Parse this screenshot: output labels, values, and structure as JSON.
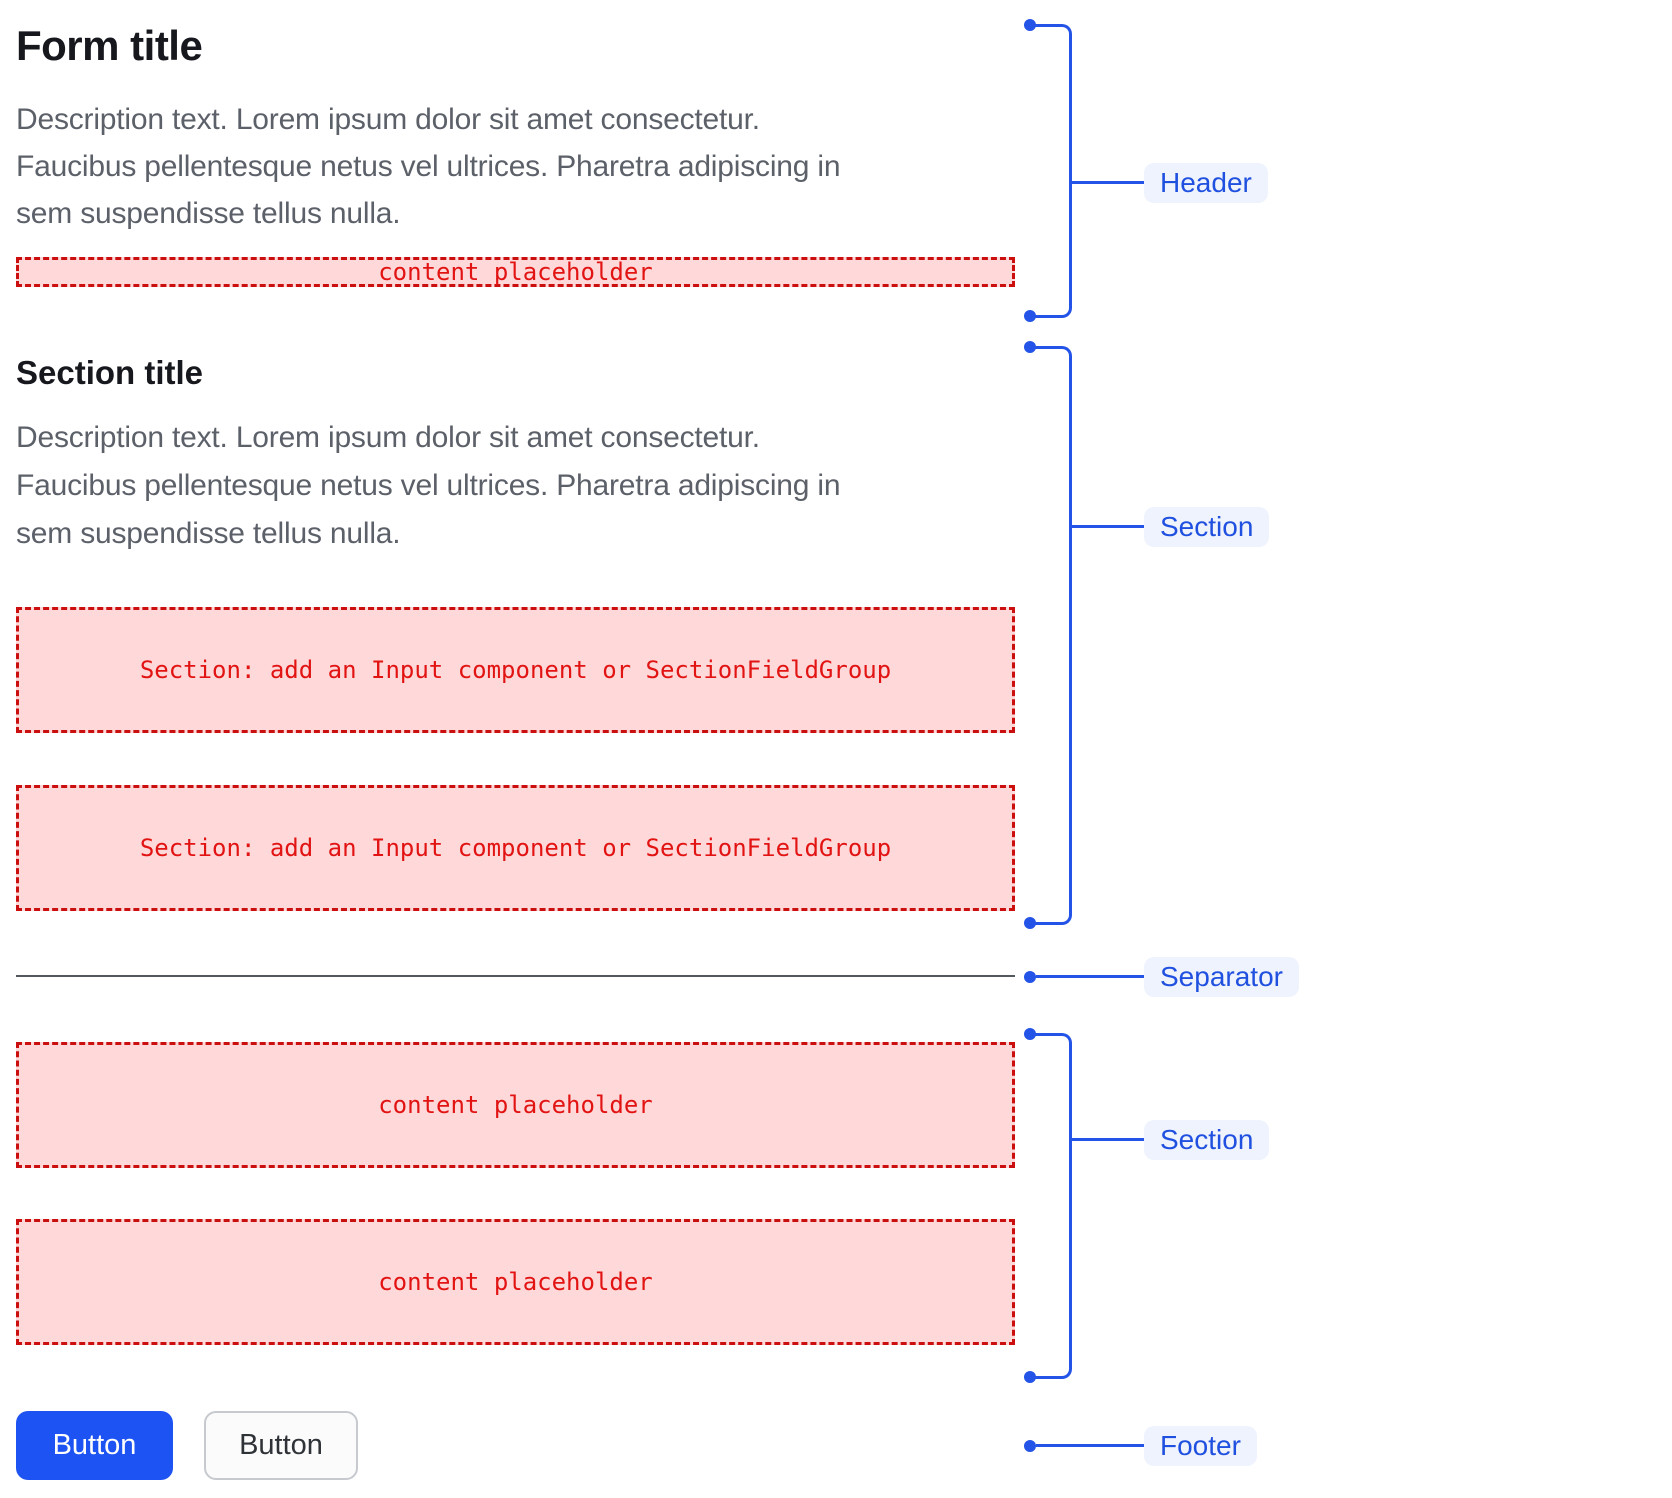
{
  "colors": {
    "annotation_blue": "#2453E8",
    "annotation_label_bg": "#EEF3FE",
    "annotation_label_text": "#2050DF",
    "placeholder_bg": "#FFD9D9",
    "placeholder_border": "#CB0E0E",
    "placeholder_text": "#E21313",
    "primary_button_bg": "#1D53F2",
    "secondary_button_bg": "#FBFBFB",
    "title_text": "#16181D",
    "description_text": "#5C6069",
    "separator": "#53575E"
  },
  "form": {
    "title": "Form title",
    "description_lines": [
      "Description text. Lorem ipsum dolor sit amet consectetur.",
      "Faucibus pellentesque netus vel ultrices. Pharetra adipiscing in",
      "sem suspendisse tellus nulla."
    ],
    "header_placeholder": "content placeholder",
    "section": {
      "title": "Section title",
      "description_lines": [
        "Description text. Lorem ipsum dolor sit amet consectetur.",
        "Faucibus pellentesque netus vel ultrices. Pharetra adipiscing in",
        "sem suspendisse tellus nulla."
      ],
      "placeholders": [
        "Section: add an Input component or SectionFieldGroup",
        "Section: add an Input component or SectionFieldGroup"
      ]
    },
    "content_placeholders": [
      "content placeholder",
      "content placeholder"
    ],
    "footer": {
      "primary_button": "Button",
      "secondary_button": "Button"
    }
  },
  "annotations": {
    "header_label": "Header",
    "section_top_label": "Section",
    "separator_label": "Separator",
    "section_bottom_label": "Section",
    "footer_label": "Footer"
  }
}
